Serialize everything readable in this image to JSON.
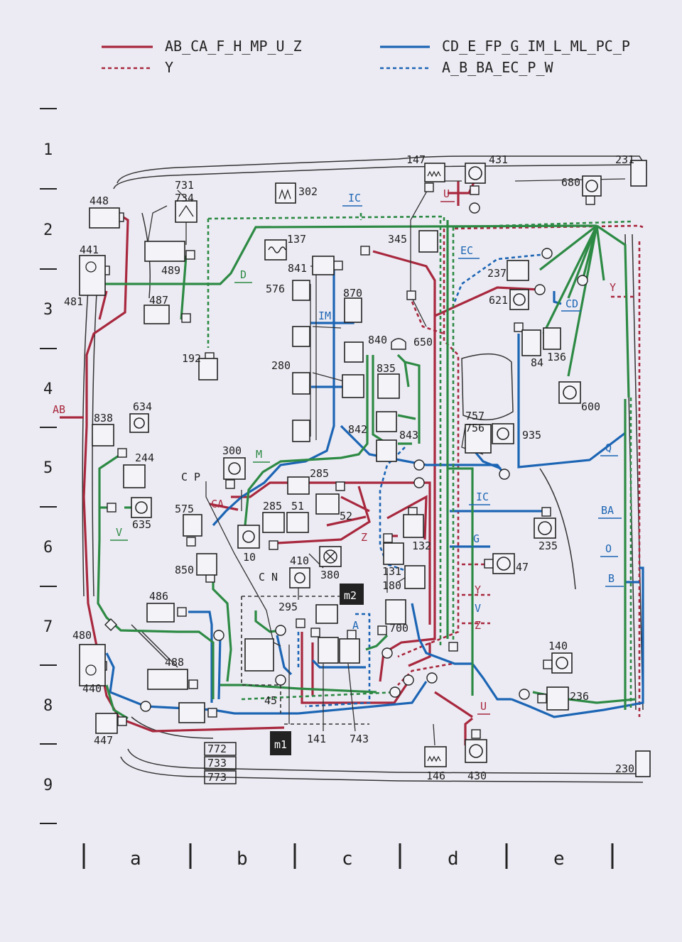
{
  "legend": {
    "red_solid": "AB_CA_F_H_MP_U_Z",
    "red_dashed": "Y",
    "blue_solid": "CD_E_FP_G_IM_L_ML_PC_P",
    "blue_dashed": "A_B_BA_EC_P_W",
    "colors": {
      "red": "#a8283e",
      "blue": "#1c65b4",
      "green": "#2d8a44"
    }
  },
  "rows": [
    "1",
    "2",
    "3",
    "4",
    "5",
    "6",
    "7",
    "8",
    "9"
  ],
  "columns": [
    "a",
    "b",
    "c",
    "d",
    "e"
  ],
  "components": {
    "c147": "147",
    "c431": "431",
    "c231": "231",
    "c680": "680",
    "c731": "731",
    "c734": "734",
    "c302": "302",
    "c448": "448",
    "c137": "137",
    "c345": "345",
    "c441": "441",
    "c489": "489",
    "c841": "841",
    "c237": "237",
    "c576": "576",
    "c870": "870",
    "c481": "481",
    "c487": "487",
    "c621": "621",
    "c840": "840",
    "c650": "650",
    "c84": "84",
    "c136": "136",
    "c192": "192",
    "c280": "280",
    "c835": "835",
    "c600": "600",
    "c634": "634",
    "c838": "838",
    "c757": "757",
    "c756": "756",
    "c935": "935",
    "c842": "842",
    "c843": "843",
    "c300": "300",
    "c244": "244",
    "c285a": "285",
    "c635": "635",
    "c575": "575",
    "c285b": "285",
    "c51": "51",
    "c52": "52",
    "c10": "10",
    "c132": "132",
    "c235": "235",
    "c410": "410",
    "c380": "380",
    "c131": "131",
    "c180": "180",
    "c47": "47",
    "c850": "850",
    "c486": "486",
    "c295": "295",
    "c700": "700",
    "c480": "480",
    "c140": "140",
    "c488": "488",
    "c440": "440",
    "c236": "236",
    "c45": "45",
    "c447": "447",
    "c141": "141",
    "c743": "743",
    "c772": "772",
    "c733": "733",
    "c773": "773",
    "c146": "146",
    "c430": "430",
    "c230": "230",
    "m1": "m1",
    "m2": "m2"
  },
  "harness_tags": {
    "IC_top": "IC",
    "U_top": "U",
    "D": "D",
    "EC": "EC",
    "Y_right": "Y",
    "CD": "CD",
    "IM": "IM",
    "AB": "AB",
    "M": "M",
    "CP": "C P",
    "CA": "CA",
    "IC_mid": "IC",
    "Q": "Q",
    "BA": "BA",
    "Z_mid": "Z",
    "G": "G",
    "V_left": "V",
    "O": "O",
    "B": "B",
    "CN": "C N",
    "Y_mid": "Y",
    "V_mid": "V",
    "Z_low": "Z",
    "A": "A",
    "U_low": "U"
  }
}
